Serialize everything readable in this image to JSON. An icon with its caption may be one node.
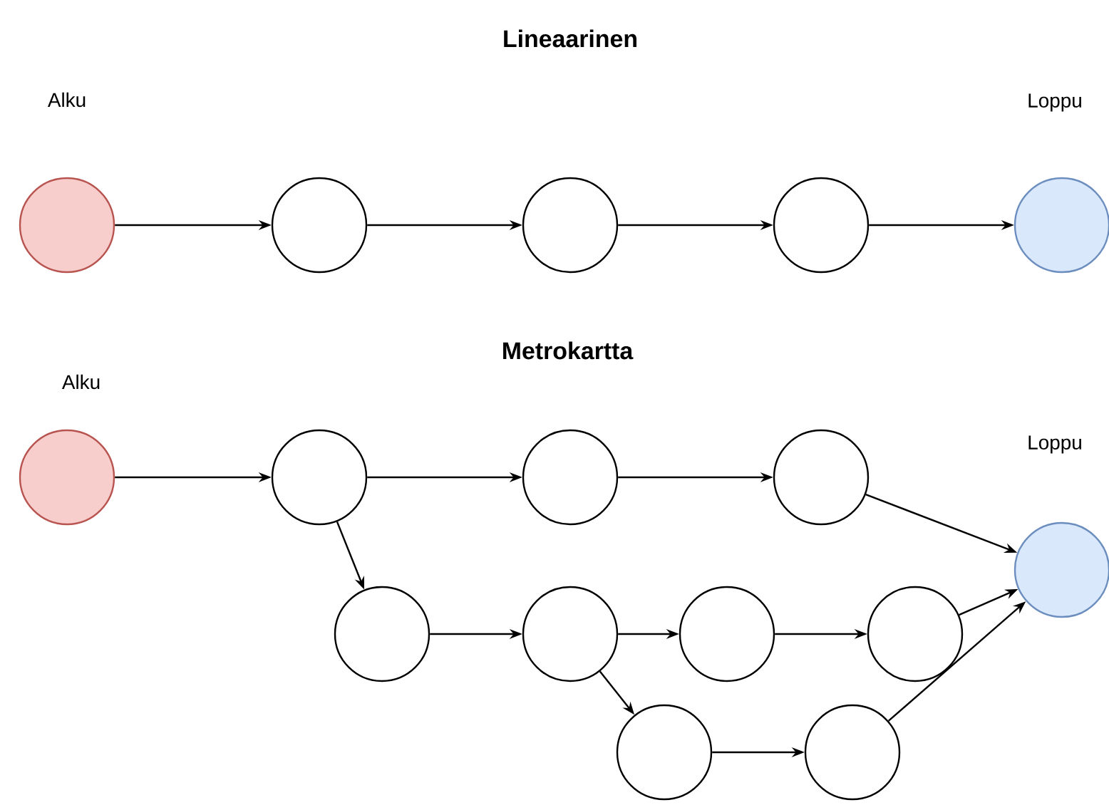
{
  "diagram": {
    "nodes": [
      {
        "text": [],
        "shape": "circle",
        "beside": [
          "Alku"
        ]
      },
      {
        "text": [],
        "shape": "circle"
      },
      {
        "text": [],
        "shape": "circle"
      },
      {
        "text": [],
        "shape": "circle"
      },
      {
        "text": [],
        "shape": "circle",
        "beside": [
          "Loppu"
        ]
      },
      {
        "text": [],
        "shape": "circle",
        "beside": [
          "Alku"
        ]
      },
      {
        "text": [],
        "shape": "circle"
      },
      {
        "text": [],
        "shape": "circle"
      },
      {
        "text": [],
        "shape": "circle"
      },
      {
        "text": [],
        "shape": "circle",
        "beside": [
          "Loppu"
        ]
      },
      {
        "text": [],
        "shape": "circle"
      },
      {
        "text": [],
        "shape": "circle"
      },
      {
        "text": [],
        "shape": "circle"
      },
      {
        "text": [],
        "shape": "circle"
      },
      {
        "text": [],
        "shape": "circle"
      },
      {
        "text": [],
        "shape": "circle"
      }
    ],
    "edges": [
      {
        "from": 0,
        "to": 1,
        "arrow": "to"
      },
      {
        "from": 1,
        "to": 2,
        "arrow": "to"
      },
      {
        "from": 2,
        "to": 3,
        "arrow": "to"
      },
      {
        "from": 3,
        "to": 4,
        "arrow": "to"
      },
      {
        "from": 5,
        "to": 6,
        "arrow": "to"
      },
      {
        "from": 6,
        "to": 7,
        "arrow": "to"
      },
      {
        "from": 7,
        "to": 8,
        "arrow": "to"
      },
      {
        "from": 8,
        "to": 9,
        "arrow": "to"
      },
      {
        "from": 6,
        "to": 10,
        "arrow": "to"
      },
      {
        "from": 10,
        "to": 11,
        "arrow": "to"
      },
      {
        "from": 11,
        "to": 12,
        "arrow": "to"
      },
      {
        "from": 12,
        "to": 13,
        "arrow": "to"
      },
      {
        "from": 13,
        "to": 9,
        "arrow": "to"
      },
      {
        "from": 11,
        "to": 14,
        "arrow": "to"
      },
      {
        "from": 14,
        "to": 15,
        "arrow": "to"
      },
      {
        "from": 15,
        "to": 9,
        "arrow": "to"
      }
    ],
    "labels": [
      "Lineaarinen",
      "Metrokartta"
    ]
  }
}
